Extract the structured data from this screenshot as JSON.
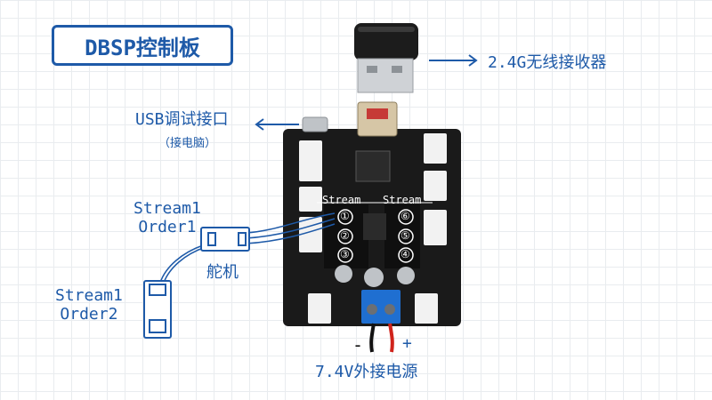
{
  "title": "DBSP控制板",
  "labels": {
    "receiver": "2.4G无线接收器",
    "usb_port": "USB调试接口",
    "usb_note": "（接电脑）",
    "servo_conn1_line1": "Stream1",
    "servo_conn1_line2": "Order1",
    "servo": "舵机",
    "servo_conn2_line1": "Stream1",
    "servo_conn2_line2": "Order2",
    "power": "7.4V外接电源",
    "minus": "-",
    "plus": "+"
  },
  "board": {
    "stream_left": "Stream",
    "stream_right": "Stream",
    "ports_left": [
      "①",
      "②",
      "③"
    ],
    "ports_right": [
      "⑥",
      "⑤",
      "④"
    ]
  },
  "colors": {
    "accent": "#1e5aa8",
    "board": "#1a1a1a",
    "connector": "#f2f2f2",
    "terminal": "#1f6fd1",
    "wire_red": "#d0231b"
  }
}
